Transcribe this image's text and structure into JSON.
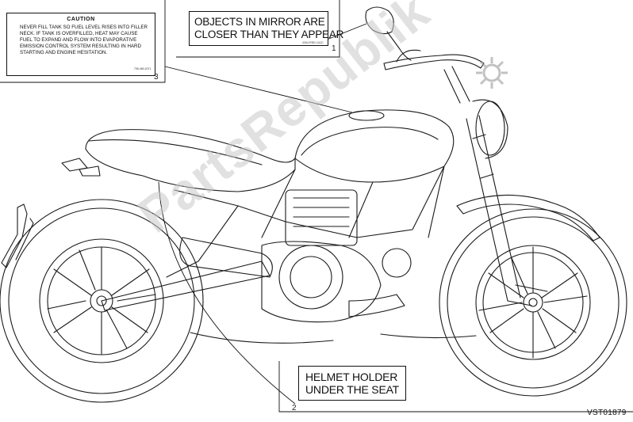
{
  "caution_label": {
    "title": "CAUTION",
    "lines": [
      "NEVER FILL TANK SO FUEL LEVEL RISES INTO FILLER",
      "NECK. IF TANK IS OVERFILLED, HEAT MAY CAUSE",
      "FUEL TO EXPAND AND FLOW INTO EVAPORATIVE",
      "EMISSION CONTROL SYSTEM RESULTING IN HARD",
      "STARTING AND ENGINE HESITATION."
    ],
    "code": "795.480.2071",
    "callout": "3"
  },
  "mirror_label": {
    "lines": [
      "OBJECTS IN MIRROR ARE",
      "CLOSER THAN THEY APPEAR"
    ],
    "code": "4344.P351.1A1C",
    "callout": "1"
  },
  "helmet_label": {
    "lines": [
      "HELMET HOLDER",
      "UNDER THE SEAT"
    ],
    "callout": "2"
  },
  "drawing_code": "VST01879",
  "watermark": "PartsRepublik",
  "colors": {
    "line": "#111111",
    "watermark": "#c9c9c9",
    "background": "#ffffff"
  }
}
